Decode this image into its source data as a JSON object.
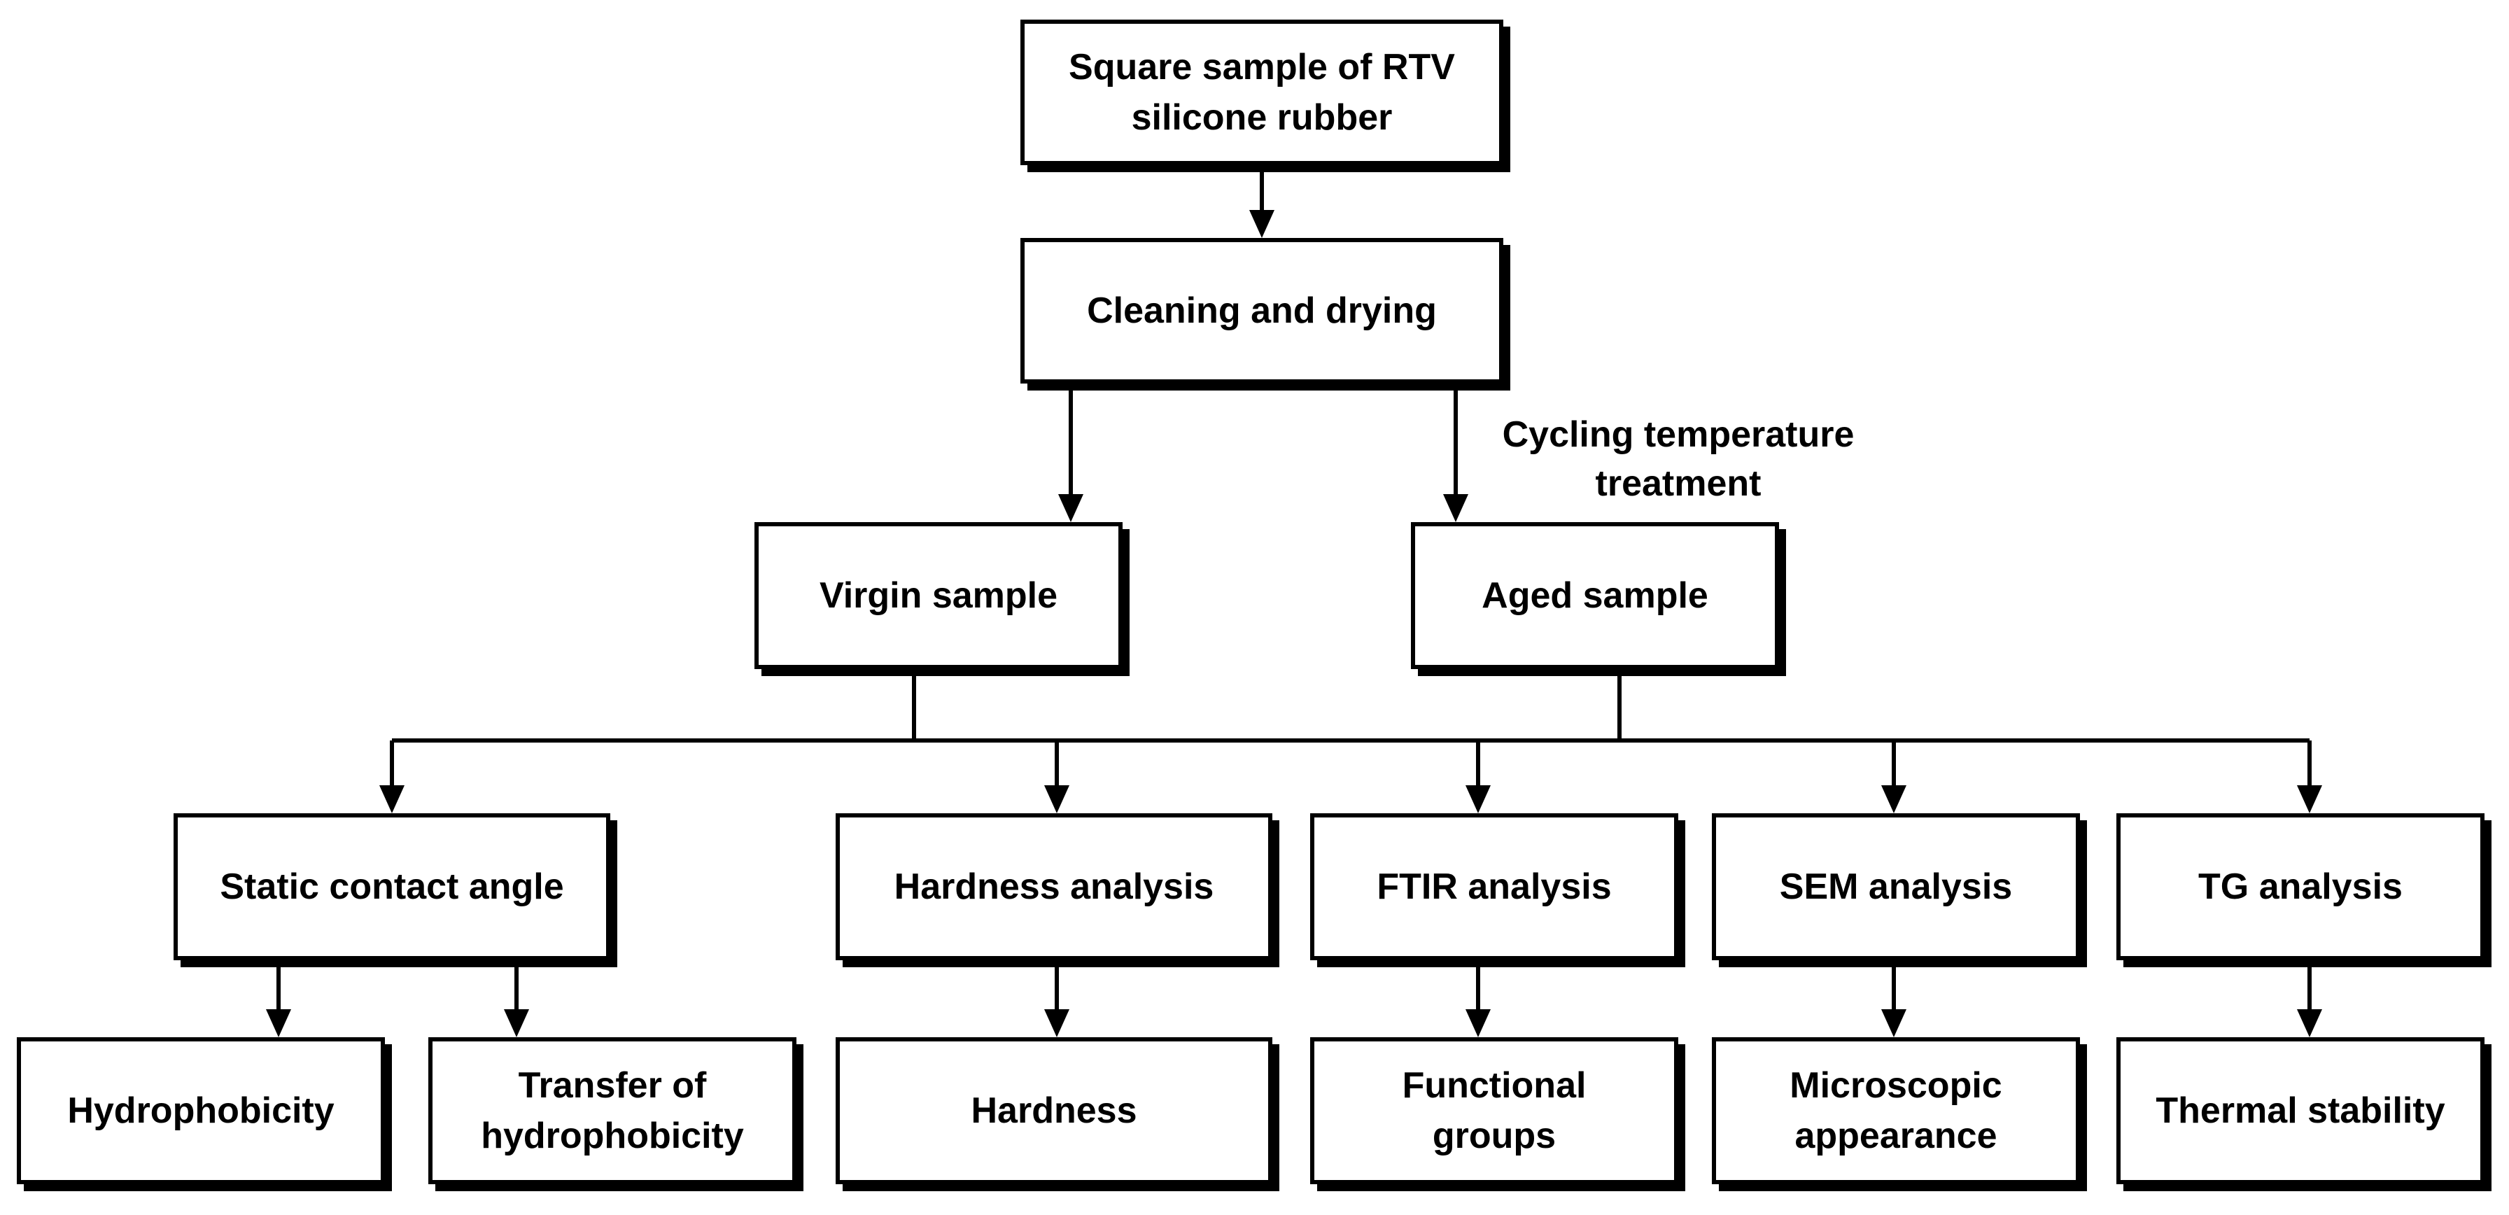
{
  "colors": {
    "stroke": "#000000",
    "background": "#ffffff"
  },
  "nodes": {
    "square_sample": "Square sample of RTV\nsilicone rubber",
    "cleaning_drying": "Cleaning and drying",
    "virgin_sample": "Virgin sample",
    "aged_sample": "Aged sample",
    "static_contact_angle": "Static contact angle",
    "hardness_analysis": "Hardness analysis",
    "ftir_analysis": "FTIR analysis",
    "sem_analysis": "SEM analysis",
    "tg_analysis": "TG analysis",
    "hydrophobicity": "Hydrophobicity",
    "transfer_hydrophobicity": "Transfer of\nhydrophobicity",
    "hardness": "Hardness",
    "functional_groups": "Functional\ngroups",
    "microscopic_appearance": "Microscopic\nappearance",
    "thermal_stability": "Thermal stability"
  },
  "edge_labels": {
    "cycling_treatment": "Cycling temperature\ntreatment"
  }
}
